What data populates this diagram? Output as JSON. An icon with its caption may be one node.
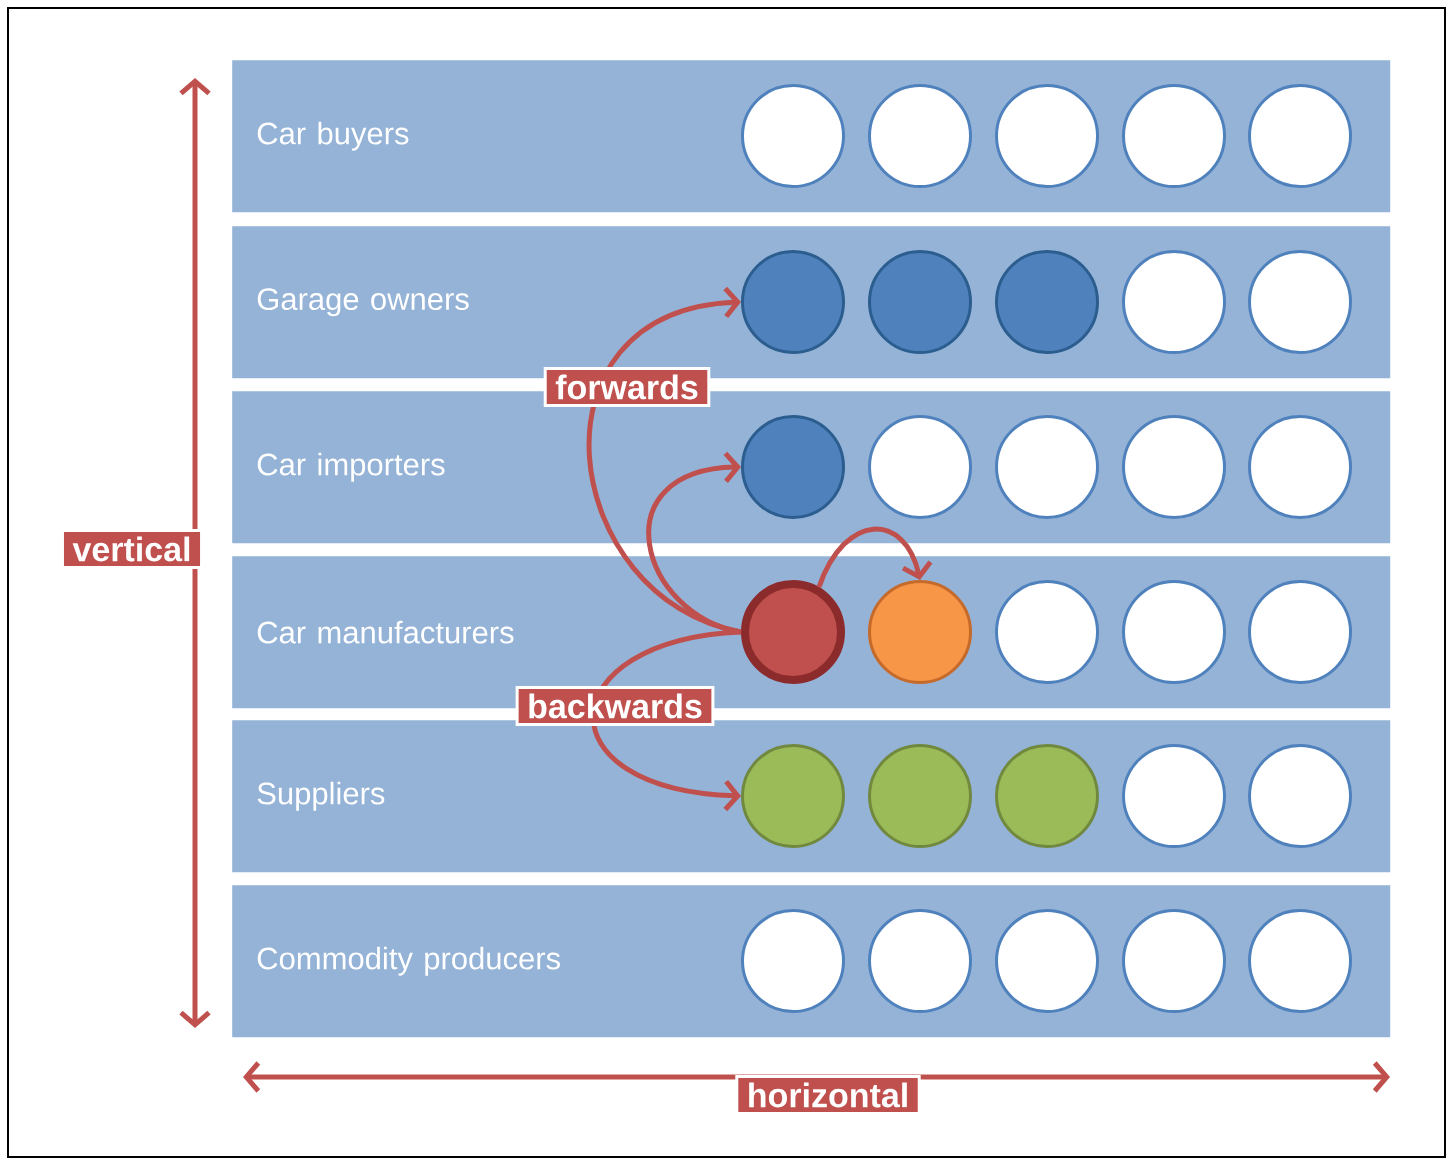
{
  "diagram": {
    "nodes": [
      {
        "text": [
          "Car buyers"
        ]
      },
      {
        "text": [],
        "shape": "circle",
        "in": 0
      },
      {
        "text": [],
        "shape": "circle",
        "in": 0
      },
      {
        "text": [],
        "shape": "circle",
        "in": 0
      },
      {
        "text": [],
        "shape": "circle",
        "in": 0
      },
      {
        "text": [],
        "shape": "circle",
        "in": 0
      },
      {
        "text": [
          "Garage owners"
        ]
      },
      {
        "text": [],
        "shape": "circle",
        "in": 6
      },
      {
        "text": [],
        "shape": "circle",
        "in": 6
      },
      {
        "text": [],
        "shape": "circle",
        "in": 6
      },
      {
        "text": [],
        "shape": "circle",
        "in": 6
      },
      {
        "text": [],
        "shape": "circle",
        "in": 6
      },
      {
        "text": [
          "Car importers"
        ]
      },
      {
        "text": [],
        "shape": "circle",
        "in": 12
      },
      {
        "text": [],
        "shape": "circle",
        "in": 12
      },
      {
        "text": [],
        "shape": "circle",
        "in": 12
      },
      {
        "text": [],
        "shape": "circle",
        "in": 12
      },
      {
        "text": [],
        "shape": "circle",
        "in": 12
      },
      {
        "text": [
          "Car manufacturers"
        ]
      },
      {
        "text": [],
        "shape": "circle",
        "in": 18
      },
      {
        "text": [],
        "shape": "circle",
        "in": 18
      },
      {
        "text": [],
        "shape": "circle",
        "in": 18
      },
      {
        "text": [],
        "shape": "circle",
        "in": 18
      },
      {
        "text": [],
        "shape": "circle",
        "in": 18
      },
      {
        "text": [
          "Suppliers"
        ]
      },
      {
        "text": [],
        "shape": "circle",
        "in": 24
      },
      {
        "text": [],
        "shape": "circle",
        "in": 24
      },
      {
        "text": [],
        "shape": "circle",
        "in": 24
      },
      {
        "text": [],
        "shape": "circle",
        "in": 24
      },
      {
        "text": [],
        "shape": "circle",
        "in": 24
      },
      {
        "text": [
          "Commodity producers"
        ]
      },
      {
        "text": [],
        "shape": "circle",
        "in": 30
      },
      {
        "text": [],
        "shape": "circle",
        "in": 30
      },
      {
        "text": [],
        "shape": "circle",
        "in": 30
      },
      {
        "text": [],
        "shape": "circle",
        "in": 30
      },
      {
        "text": [],
        "shape": "circle",
        "in": 30
      }
    ],
    "edges": [
      {
        "from": 19,
        "to": 7,
        "arrow": "to",
        "label": "forwards"
      },
      {
        "from": 19,
        "to": 13,
        "arrow": "to"
      },
      {
        "from": 19,
        "to": 20,
        "arrow": "to"
      },
      {
        "from": 19,
        "to": 25,
        "arrow": "to",
        "label": "backwards"
      }
    ],
    "labels": [
      "vertical",
      "horizontal"
    ]
  }
}
